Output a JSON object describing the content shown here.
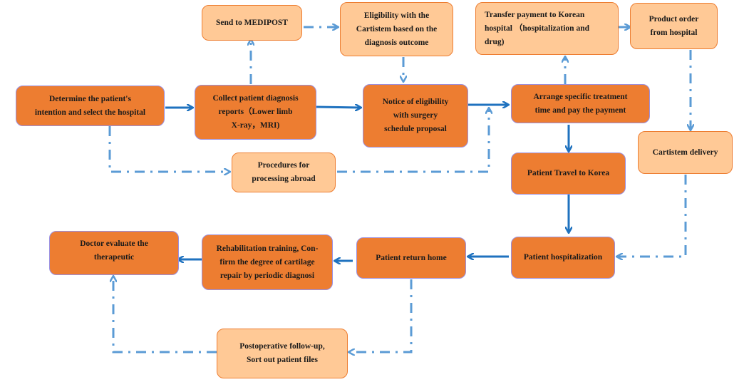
{
  "diagram": {
    "colors": {
      "primary_fill": "#ED7D31",
      "secondary_fill": "#FFC996",
      "solid_arrow": "#1F72BF",
      "dashed_arrow": "#5B9BD5"
    },
    "nodes": {
      "determine": "Determine the patient's\nintention and select the hospital",
      "collect": "Collect patient diagnosis\nreports（Lower limb\nX-ray，MRI)",
      "send_medipost": "Send to MEDIPOST",
      "eligibility": "Eligibility with the\nCartistem based on the\ndiagnosis outcome",
      "notice": "Notice of eligibility\nwith surgery\nschedule proposal",
      "procedures": "Procedures for\nprocessing abroad",
      "arrange": "Arrange specific treatment\ntime and pay the payment",
      "transfer": "Transfer payment to Korean\nhospital （hospitalization and\ndrug)",
      "product_order": "Product order\nfrom hospital",
      "cartistem_delivery": "Cartistem delivery",
      "travel": "Patient Travel to Korea",
      "hospitalization": "Patient hospitalization",
      "return_home": "Patient return home",
      "rehab": "Rehabilitation training, Con-\nfirm the degree of cartilage\nrepair by periodic diagnosi",
      "doctor": "Doctor evaluate the\ntherapeutic",
      "followup": "Postoperative follow-up,\nSort out patient files"
    },
    "edges": [
      {
        "from": "determine",
        "to": "collect",
        "style": "solid"
      },
      {
        "from": "collect",
        "to": "notice",
        "style": "solid"
      },
      {
        "from": "collect",
        "to": "send_medipost",
        "style": "dashed"
      },
      {
        "from": "send_medipost",
        "to": "eligibility",
        "style": "dashed"
      },
      {
        "from": "eligibility",
        "to": "notice",
        "style": "dashed"
      },
      {
        "from": "determine",
        "to": "procedures",
        "style": "dashed"
      },
      {
        "from": "procedures",
        "to": "arrange",
        "style": "dashed"
      },
      {
        "from": "notice",
        "to": "arrange",
        "style": "solid"
      },
      {
        "from": "arrange",
        "to": "transfer",
        "style": "dashed"
      },
      {
        "from": "transfer",
        "to": "product_order",
        "style": "dashed"
      },
      {
        "from": "product_order",
        "to": "cartistem_delivery",
        "style": "dashed"
      },
      {
        "from": "cartistem_delivery",
        "to": "hospitalization",
        "style": "dashed"
      },
      {
        "from": "arrange",
        "to": "travel",
        "style": "solid"
      },
      {
        "from": "travel",
        "to": "hospitalization",
        "style": "solid"
      },
      {
        "from": "hospitalization",
        "to": "return_home",
        "style": "solid"
      },
      {
        "from": "return_home",
        "to": "rehab",
        "style": "solid"
      },
      {
        "from": "rehab",
        "to": "doctor",
        "style": "solid"
      },
      {
        "from": "return_home",
        "to": "followup",
        "style": "dashed"
      },
      {
        "from": "followup",
        "to": "doctor",
        "style": "dashed"
      }
    ]
  }
}
